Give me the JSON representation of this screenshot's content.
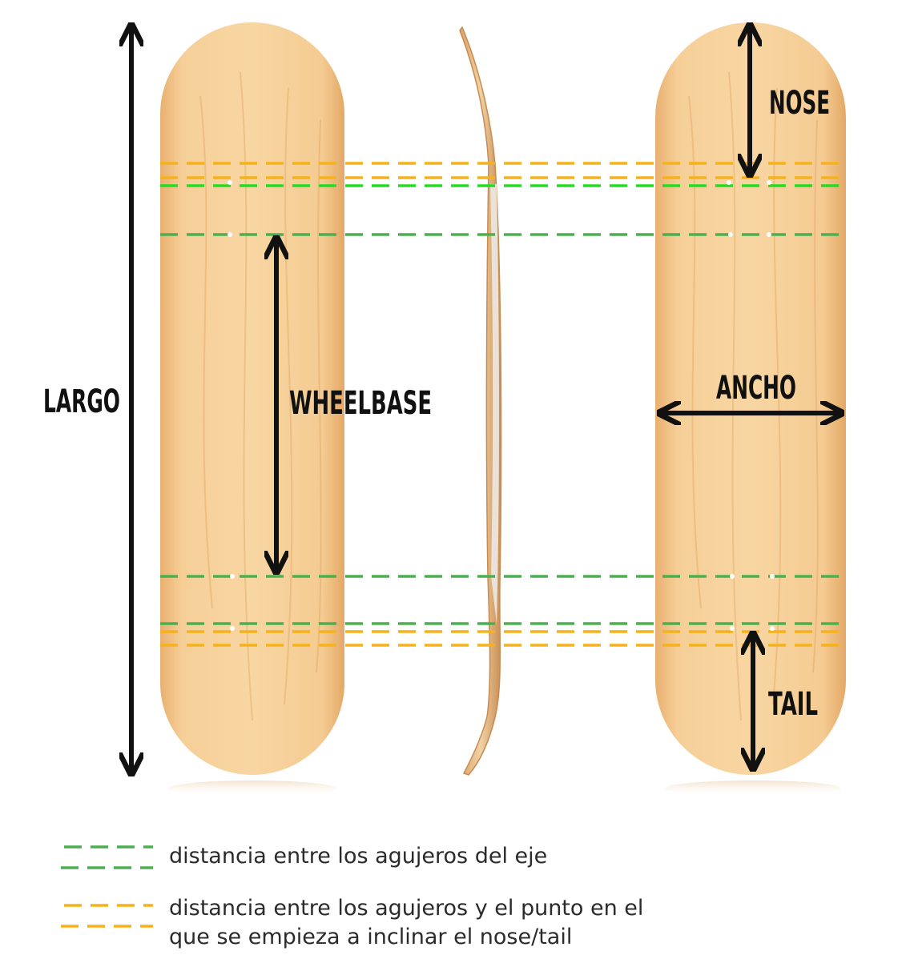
{
  "labels": {
    "largo": "LARGO",
    "wheelbase": "WHEELBASE",
    "nose": "NOSE",
    "ancho": "ANCHO",
    "tail": "TAIL"
  },
  "legend": [
    {
      "id": "green",
      "color": "#4caf50",
      "text": "distancia entre los agujeros del eje"
    },
    {
      "id": "orange",
      "color": "#f5b21b",
      "text": "distancia entre los agujeros y el punto en el que se empieza a inclinar el nose/tail"
    }
  ],
  "colors": {
    "wood": "#f3c890",
    "wood_dark": "#e0a462",
    "green": "#4caf50",
    "bright_green": "#22dd22",
    "orange": "#f5b21b",
    "arrow": "#111111"
  }
}
